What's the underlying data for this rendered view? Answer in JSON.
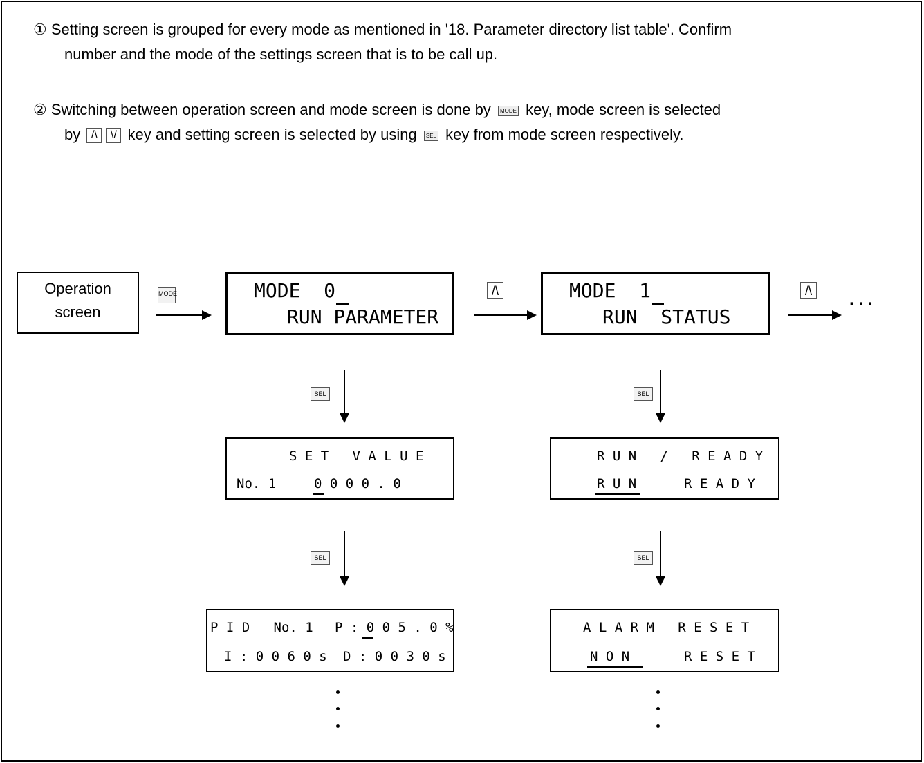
{
  "notes": {
    "note1_marker": "①",
    "note1_line1": "Setting screen is grouped for every mode as mentioned in '18. Parameter directory list table'. Confirm",
    "note1_line2": "number and the mode of the settings screen that is to be call up.",
    "note2_marker": "②",
    "note2_part1": "Switching between operation screen and mode screen is done by",
    "note2_part2": "key, mode screen is selected",
    "note2_part3": "by",
    "note2_part4": "key and setting screen is selected by using",
    "note2_part5": "key from mode screen respectively.",
    "keys": {
      "mode": "MODE",
      "up": "/\\",
      "down": "\\/",
      "sel": "SEL"
    }
  },
  "diagram": {
    "operation_screen": {
      "line1": "Operation",
      "line2": "screen"
    },
    "mode_key_label": "MODE",
    "up_key_label": "/\\",
    "sel_key_label": "SEL",
    "ellipsis": ". . .",
    "mode0": {
      "line1_prefix": "MODE  ",
      "line1_digit": "0",
      "line2": "RUN PARAMETER"
    },
    "mode1": {
      "line1_prefix": "MODE  ",
      "line1_digit": "1",
      "line2": "RUN  STATUS"
    },
    "set_value": {
      "line1": "S E T   V A L U E",
      "line2_label": "No. 1",
      "line2_value": "0 0 0 0 . 0"
    },
    "run_ready": {
      "line1": "R U N   /   R E A D Y",
      "line2_left": "R U N",
      "line2_right": "R E A D Y"
    },
    "pid": {
      "line1_left": "P I D   No. 1",
      "line1_right": "P : 0 0 5 . 0 %",
      "line2_left": "I : 0 0 6 0 s",
      "line2_right": "D : 0 0 3 0 s"
    },
    "alarm": {
      "line1": "A L A R M   R E S E T",
      "line2_left": "N O N",
      "line2_right": "R E S E T"
    }
  }
}
